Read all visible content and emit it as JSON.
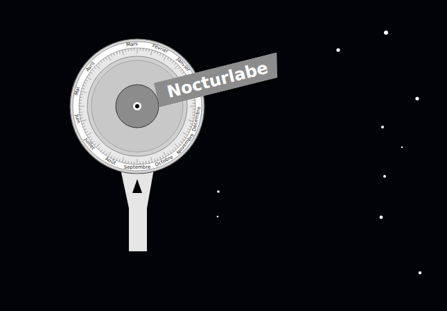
{
  "diagram": {
    "nodes": [
      {
        "text": [
          "Nocturlabe"
        ]
      }
    ],
    "labels": [
      "Mars",
      "Février",
      "Janvier",
      "Décembre",
      "Novembre",
      "Octobre",
      "Septembre",
      "Août",
      "Juillet",
      "Juin",
      "Mai",
      "Avril"
    ]
  }
}
